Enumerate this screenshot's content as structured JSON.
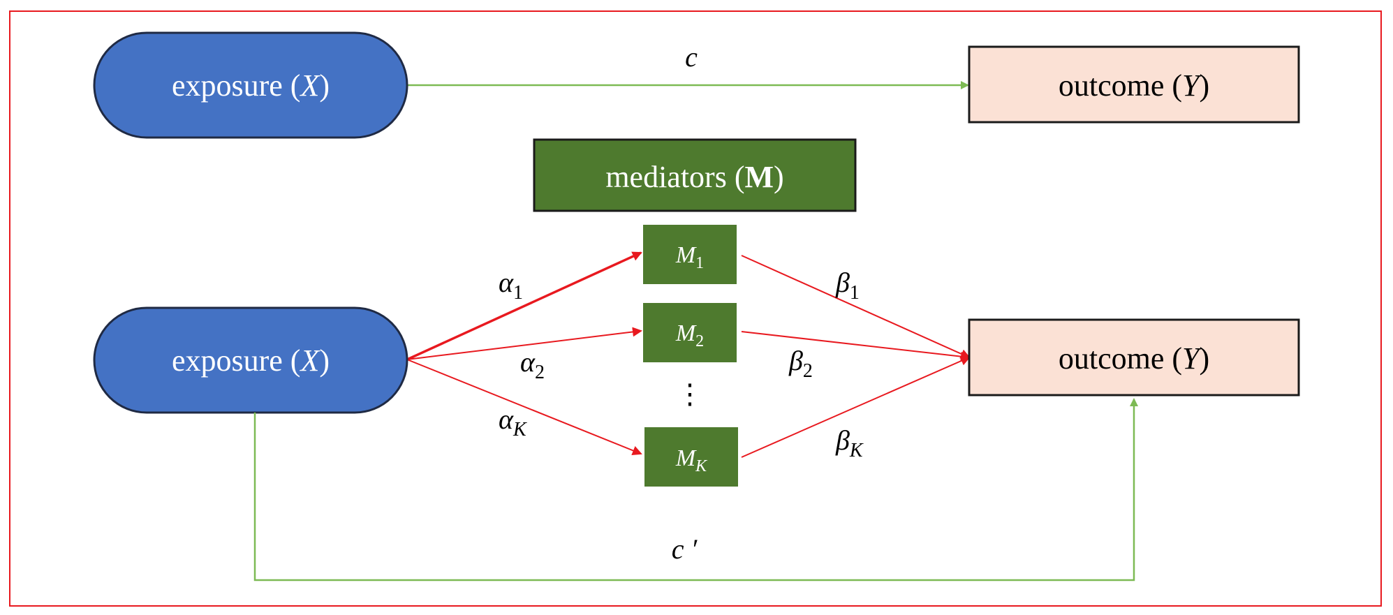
{
  "colors": {
    "frame": "#e8191f",
    "exposure_fill": "#4472c4",
    "exposure_stroke": "#1f2a44",
    "outcome_fill": "#fbe1d5",
    "outcome_stroke": "#1a1a1a",
    "mediator_fill": "#4e7a2e",
    "mediator_stroke": "#1a1a1a",
    "direct_path": "#7dba54",
    "indirect_path": "#e8191f"
  },
  "top_row": {
    "exposure": {
      "text": "exposure (",
      "var": "X",
      "close": ")"
    },
    "outcome": {
      "text": "outcome (",
      "var": "Y",
      "close": ")"
    },
    "path_label": "c"
  },
  "mediators_box": {
    "text": "mediators (",
    "var": "M",
    "close": ")"
  },
  "mediators": [
    {
      "base": "M",
      "sub": "1"
    },
    {
      "base": "M",
      "sub": "2"
    },
    {
      "base": "M",
      "sub": "K"
    }
  ],
  "ellipsis": "⋮",
  "bottom_row": {
    "exposure": {
      "text": "exposure (",
      "var": "X",
      "close": ")"
    },
    "outcome": {
      "text": "outcome (",
      "var": "Y",
      "close": ")"
    },
    "alpha_labels": [
      {
        "base": "α",
        "sub": "1"
      },
      {
        "base": "α",
        "sub": "2"
      },
      {
        "base": "α",
        "sub": "K"
      }
    ],
    "beta_labels": [
      {
        "base": "β",
        "sub": "1"
      },
      {
        "base": "β",
        "sub": "2"
      },
      {
        "base": "β",
        "sub": "K"
      }
    ],
    "direct_label": "c ′"
  }
}
